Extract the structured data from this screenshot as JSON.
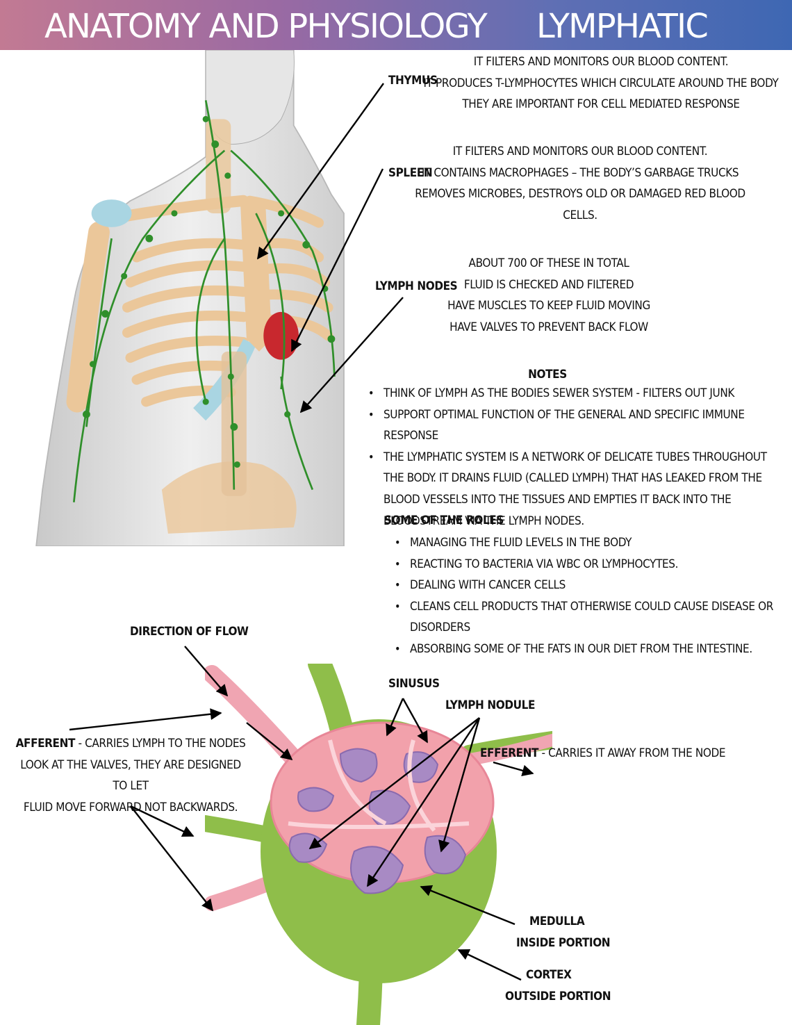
{
  "header": {
    "title_left": "ANATOMY AND PHYSIOLOGY",
    "title_right": "LYMPHATIC"
  },
  "labels": {
    "thymus": "THYMUS",
    "spleen": "SPLEEN",
    "lymph_nodes": "LYMPH NODES",
    "direction_of_flow": "DIRECTION OF FLOW",
    "sinusus": "SINUSUS",
    "lymph_nodule": "LYMPH NODULE",
    "efferent_bold": "EFFERENT",
    "efferent_rest": " - CARRIES IT AWAY FROM THE NODE",
    "afferent_bold": "AFFERENT",
    "afferent_rest": " - CARRIES LYMPH TO THE NODES",
    "afferent_line2": "LOOK AT THE VALVES, THEY ARE DESIGNED TO LET",
    "afferent_line3": "FLUID MOVE FORWARD NOT BACKWARDS.",
    "medulla": "MEDULLA",
    "medulla_sub": "INSIDE PORTION",
    "cortex": "CORTEX",
    "cortex_sub": "OUTSIDE PORTION"
  },
  "thymus_desc": [
    "IT FILTERS AND MONITORS OUR BLOOD CONTENT.",
    "IT PRODUCES  T-LYMPHOCYTES WHICH CIRCULATE AROUND THE BODY",
    "THEY ARE IMPORTANT FOR CELL MEDIATED RESPONSE"
  ],
  "spleen_desc": [
    "IT FILTERS AND MONITORS OUR BLOOD CONTENT.",
    "IT CONTAINS MACROPHAGES – THE BODY’S GARBAGE TRUCKS",
    "REMOVES MICROBES, DESTROYS OLD OR DAMAGED RED BLOOD CELLS."
  ],
  "nodes_desc": [
    "ABOUT 700 OF THESE IN TOTAL",
    "FLUID IS CHECKED AND FILTERED",
    "HAVE MUSCLES TO KEEP FLUID MOVING",
    "HAVE VALVES TO PREVENT BACK FLOW"
  ],
  "notes": {
    "heading": "NOTES",
    "items": [
      "THINK OF LYMPH AS THE BODIES SEWER SYSTEM - FILTERS OUT JUNK",
      "SUPPORT OPTIMAL FUNCTION OF THE GENERAL AND SPECIFIC IMMUNE RESPONSE",
      "THE LYMPHATIC SYSTEM IS A NETWORK OF DELICATE TUBES THROUGHOUT THE BODY. IT DRAINS FLUID (CALLED LYMPH) THAT HAS LEAKED FROM THE BLOOD VESSELS INTO THE TISSUES AND EMPTIES IT BACK INTO THE BLOODSTREAM VIA THE LYMPH NODES."
    ]
  },
  "roles": {
    "heading": "SOME OF THE ROLES",
    "items": [
      "MANAGING THE FLUID LEVELS IN THE BODY",
      "REACTING TO BACTERIA VIA WBC OR LYMPHOCYTES.",
      "DEALING WITH CANCER CELLS",
      "CLEANS CELL PRODUCTS THAT OTHERWISE COULD CAUSE DISEASE OR DISORDERS",
      "ABSORBING SOME OF THE FATS IN OUR DIET FROM THE INTESTINE."
    ]
  },
  "colors": {
    "bone": "#ebc79a",
    "cartilage": "#a9d5e2",
    "lymph_green": "#2f8f2a",
    "skin": "#d8d8d8",
    "spleen_red": "#c8282e",
    "node_green": "#8fbe4a",
    "node_pink": "#f2a1ab",
    "nodule_purple": "#a88ac4",
    "vessel_pink": "#f0a5b2"
  }
}
